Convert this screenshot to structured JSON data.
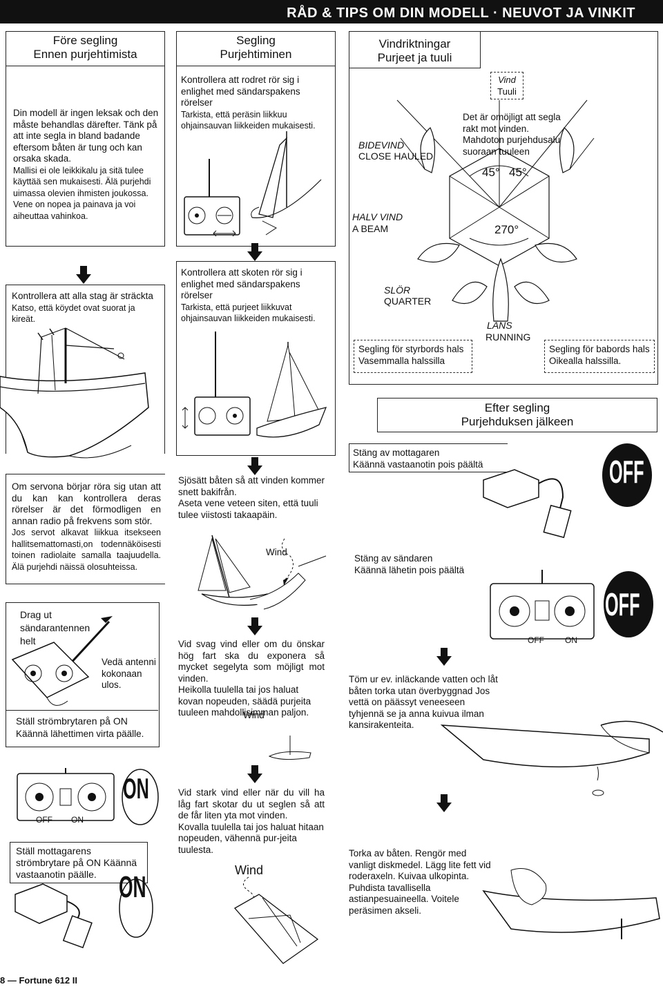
{
  "header": {
    "title": "RÅD & TIPS OM DIN MODELL · NEUVOT JA VINKIT"
  },
  "before": {
    "title_sv": "Före segling",
    "title_fi": "Ennen purjehtimista",
    "text_sv": "Din modell är ingen leksak och den måste behandlas därefter. Tänk på att inte segla in bland badande eftersom båten är tung och kan orsaka skada.",
    "text_fi": "Mallisi ei ole leikkikalu ja sitä tulee käyttää sen mukaisesti. Älä purjehdi uimassa olevien ihmisten joukossa. Vene on nopea ja painava ja voi aiheuttaa vahinkoa."
  },
  "sailing": {
    "title_sv": "Segling",
    "title_fi": "Purjehtiminen",
    "text1_sv": "Kontrollera att rodret rör sig i enlighet med sändarspakens rörelser",
    "text1_fi": "Tarkista, että peräsin liikkuu ohjainsauvan liikkeiden mukaisesti.",
    "text2_sv": "Kontrollera att skoten rör sig i enlighet med sändarspakens rörelser",
    "text2_fi": "Tarkista, että purjeet liikkuvat ohjainsauvan liikkeiden mukaisesti."
  },
  "wind": {
    "title_sv": "Vindriktningar",
    "title_fi": "Purjeet ja tuuli",
    "vind": "Vind",
    "tuuli": "Tuuli",
    "impossible_sv": "Det är omöjligt att segla rakt mot vinden.",
    "impossible_fi": "Mahdoton purjehdusalue: suoraan tuuleen",
    "bidevind": "BIDEVIND",
    "close_hauled": "CLOSE HAULED",
    "angle_45a": "45°",
    "angle_45b": "45°",
    "angle_270": "270°",
    "halv_vind": "HALV VIND",
    "a_beam": "A BEAM",
    "slor": "SLÖR",
    "quarter": "QUARTER",
    "lans": "LÄNS",
    "running": "RUNNING",
    "starboard_sv": "Segling för styrbords hals",
    "starboard_fi": "Vasemmalla halssilla",
    "port_sv": "Segling för babords hals",
    "port_fi": "Oikealla halssilla."
  },
  "stays": {
    "text_sv": "Kontrollera att alla stag är sträckta",
    "text_fi": "Katso, että köydet ovat suorat ja kireät."
  },
  "servo": {
    "text_sv": "Om servona börjar röra sig utan att du kan kan kontrollera deras rörelser är det förmodligen en annan radio på frekvens som stör.",
    "text_fi": "Jos servot alkavat liikkua itsekseen hallitsemattomasti,on todennäköisesti toinen radiolaite samalla taajuudella. Älä purjehdi näissä olosuhteissa."
  },
  "antenna": {
    "title_sv": "Drag ut sändarantennen helt",
    "text_fi": "Vedä antenni kokonaan ulos.",
    "switch_sv": "Ställ strömbrytaren på ON",
    "switch_fi": "Käännä lähettimen virta päälle."
  },
  "tx_on": {
    "off": "OFF",
    "on": "ON",
    "big_on": "ON"
  },
  "rx_on": {
    "text": "Ställ mottagarens strömbrytare på ON Käännä vastaanotin päälle.",
    "big_on": "ON"
  },
  "launch": {
    "text_sv": "Sjösätt båten så att vinden kommer snett bakifrån.",
    "text_fi": "Aseta vene veteen siten, että tuuli tulee viistosti takaapäin.",
    "wind": "Wind"
  },
  "light_wind": {
    "text_sv": "Vid svag vind eller om du önskar hög fart ska du exponera så mycket segelyta som möjligt mot vinden.",
    "text_fi": "Heikolla tuulella tai jos haluat kovan nopeuden, säädä purjeita tuuleen mahdollisimman paljon.",
    "wind": "Wind"
  },
  "strong_wind": {
    "text_sv": "Vid stark vind eller när du vill ha låg fart skotar du ut seglen så att de får liten yta mot vinden.",
    "text_fi": "Kovalla tuulella tai jos haluat hitaan nopeuden, vähennä pur-jeita tuulesta.",
    "wind": "Wind"
  },
  "after": {
    "title_sv": "Efter segling",
    "title_fi": "Purjehduksen jälkeen",
    "rx_off_sv": "Stäng av mottagaren",
    "rx_off_fi": "Käännä vastaanotin pois päältä",
    "big_off1": "OFF",
    "tx_off_sv": "Stäng av sändaren",
    "tx_off_fi": "Käännä lähetin pois päältä",
    "big_off2": "OFF",
    "sw_off": "OFF",
    "sw_on": "ON",
    "drain": "Töm ur ev. inläckande vatten och låt båten torka utan överbyggnad Jos vettä on päässyt veneeseen tyhjennä se ja anna kuivua ilman kansirakenteita.",
    "clean": "Torka av båten. Rengör med vanligt diskmedel. Lägg lite fett vid roderaxeln. Kuivaa ulkopinta. Puhdista tavallisella astianpesuaineella. Voitele peräsimen akseli."
  },
  "footer": {
    "text": "8 — Fortune 612 II"
  }
}
